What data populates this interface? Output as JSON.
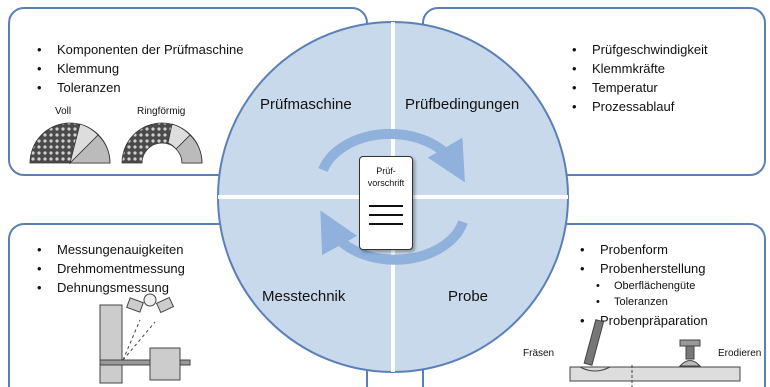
{
  "quadrants": {
    "top_left": {
      "title": "Prüfmaschine",
      "bullets": [
        "Komponenten der Prüfmaschine",
        "Klemmung",
        "Toleranzen"
      ],
      "image_labels": [
        "Voll",
        "Ringförmig"
      ]
    },
    "top_right": {
      "title": "Prüfbedingungen",
      "bullets": [
        "Prüfgeschwindigkeit",
        "Klemmkräfte",
        "Temperatur",
        "Prozessablauf"
      ]
    },
    "bottom_left": {
      "title": "Messtechnik",
      "bullets": [
        "Messungenauigkeiten",
        "Drehmomentmessung",
        "Dehnungsmessung"
      ]
    },
    "bottom_right": {
      "title": "Probe",
      "bullets": [
        "Probenform",
        "Probenherstellung"
      ],
      "sub_bullets": [
        "Oberflächengüte",
        "Toleranzen"
      ],
      "bullets_after": [
        "Probenpräparation"
      ],
      "image_labels": [
        "Fräsen",
        "Erodieren"
      ]
    }
  },
  "center": {
    "title": "Prüf-\nvorschrift"
  },
  "colors": {
    "quadrant_fill": "#c9d9ec",
    "outline": "#5b7fb8",
    "arrow": "#8fb1dc"
  }
}
